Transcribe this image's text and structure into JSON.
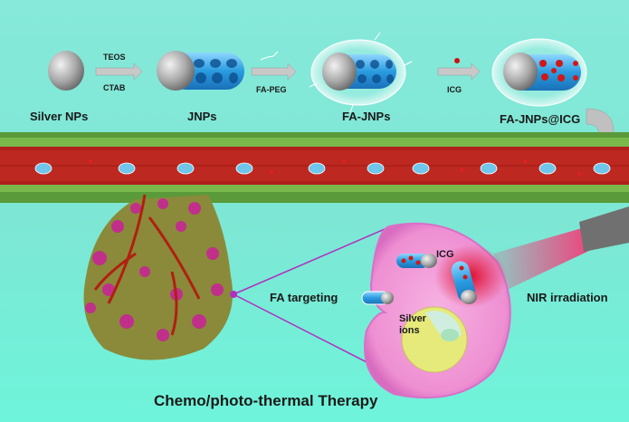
{
  "synthesis": {
    "stages": [
      "Silver NPs",
      "JNPs",
      "FA-JNPs",
      "FA-JNPs@ICG"
    ],
    "arrows": [
      {
        "top": "TEOS",
        "bottom": "CTAB"
      },
      {
        "top": "",
        "bottom": "FA-PEG"
      },
      {
        "top": "",
        "bottom": "ICG"
      }
    ]
  },
  "cell": {
    "icg_label": "ICG",
    "targeting_label": "FA targeting",
    "silver_ions_label_line1": "Silver",
    "silver_ions_label_line2": "ions",
    "nir_label": "NIR irradiation"
  },
  "title": "Chemo/photo-thermal Therapy",
  "colors": {
    "background": "#72ecd8",
    "vessel": "#b0201c",
    "cell": "#f19ad8",
    "laser": "#f0508a",
    "silica": "#2a9be0"
  }
}
